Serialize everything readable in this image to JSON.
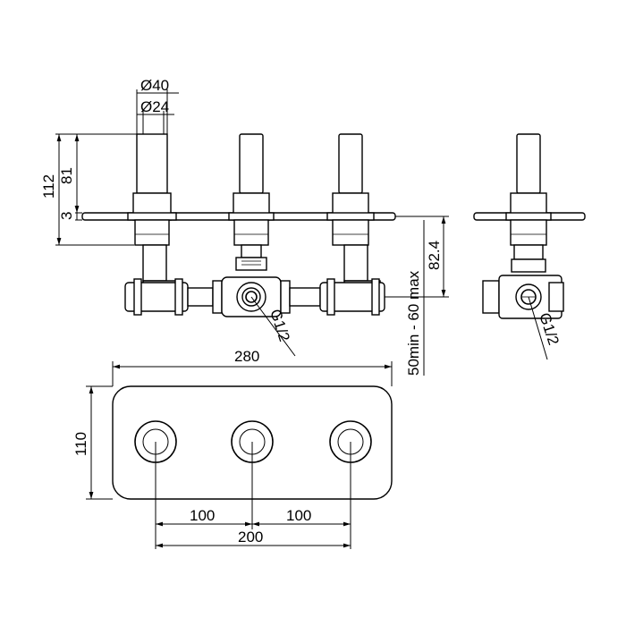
{
  "dimensions": {
    "d40": "Ø40",
    "d24": "Ø24",
    "h112": "112",
    "h81": "81",
    "h3": "3",
    "h82_4": "82.4",
    "depth": "50min - 60 max",
    "thread_front": "G1/2",
    "thread_side": "G1/2",
    "width280": "280",
    "height110": "110",
    "spacing_left": "100",
    "spacing_right": "100",
    "spacing_total": "200"
  }
}
